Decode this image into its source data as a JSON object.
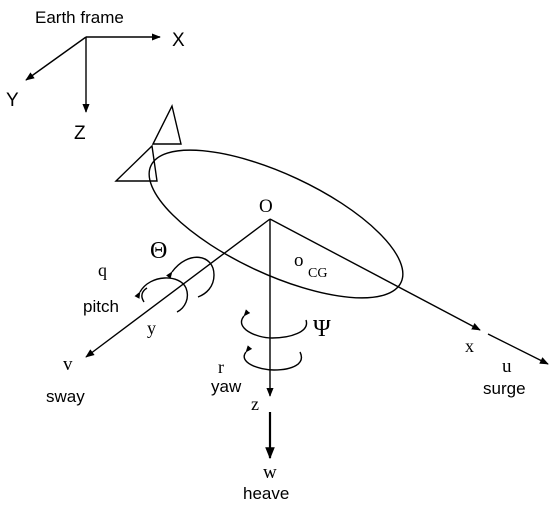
{
  "earth_frame": {
    "title": "Earth frame",
    "x_label": "X",
    "y_label": "Y",
    "z_label": "Z"
  },
  "body_frame": {
    "origin_label": "O",
    "cg_label": "o",
    "cg_subscript": "CG",
    "x_axis_label": "x",
    "y_axis_label": "y",
    "z_axis_label": "z"
  },
  "motions": {
    "surge_symbol": "u",
    "surge_label": "surge",
    "sway_symbol": "v",
    "sway_label": "sway",
    "heave_symbol": "w",
    "heave_label": "heave",
    "pitch_symbol": "q",
    "pitch_label": "pitch",
    "pitch_angle": "Θ",
    "yaw_symbol": "r",
    "yaw_label": "yaw",
    "yaw_angle": "Ψ"
  },
  "colors": {
    "stroke": "#000000",
    "background": "#ffffff"
  }
}
